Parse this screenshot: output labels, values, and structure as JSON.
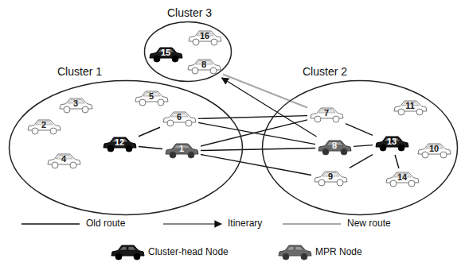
{
  "diagram": {
    "nodes": [
      {
        "text": [
          "Cluster 3"
        ]
      },
      {
        "text": [
          "16"
        ],
        "in": 0
      },
      {
        "text": [
          "15"
        ],
        "in": 0
      },
      {
        "text": [
          "8"
        ],
        "in": 0
      },
      {
        "text": [
          "Cluster 1"
        ]
      },
      {
        "text": [
          "3"
        ],
        "in": 4
      },
      {
        "text": [
          "5"
        ],
        "in": 4
      },
      {
        "text": [
          "2"
        ],
        "in": 4
      },
      {
        "text": [
          "6"
        ],
        "in": 4
      },
      {
        "text": [
          "12"
        ],
        "in": 4
      },
      {
        "text": [
          "4"
        ],
        "in": 4
      },
      {
        "text": [
          "1"
        ],
        "in": 4
      },
      {
        "text": [
          "Cluster 2"
        ]
      },
      {
        "text": [
          "7"
        ],
        "in": 12
      },
      {
        "text": [
          "11"
        ],
        "in": 12
      },
      {
        "text": [
          "8"
        ],
        "in": 12
      },
      {
        "text": [
          "13"
        ],
        "in": 12
      },
      {
        "text": [
          "10"
        ],
        "in": 12
      },
      {
        "text": [
          "9"
        ],
        "in": 12
      },
      {
        "text": [
          "14"
        ],
        "in": 12
      }
    ],
    "edges": [
      {
        "from": 9,
        "to": 8,
        "arrow": "none"
      },
      {
        "from": 9,
        "to": 11,
        "arrow": "none"
      },
      {
        "from": 8,
        "to": 13,
        "arrow": "none"
      },
      {
        "from": 8,
        "to": 15,
        "arrow": "none"
      },
      {
        "from": 11,
        "to": 13,
        "arrow": "none"
      },
      {
        "from": 11,
        "to": 15,
        "arrow": "none"
      },
      {
        "from": 11,
        "to": 18,
        "arrow": "none"
      },
      {
        "from": 15,
        "to": 16,
        "arrow": "none"
      },
      {
        "from": 13,
        "to": 16,
        "arrow": "none"
      },
      {
        "from": 18,
        "to": 16,
        "arrow": "none"
      },
      {
        "from": 19,
        "to": 16,
        "arrow": "none"
      },
      {
        "from": 15,
        "to": 3,
        "arrow": "to"
      },
      {
        "from": 13,
        "to": 3,
        "arrow": "none"
      }
    ],
    "legend": [
      {
        "text": "Old route"
      },
      {
        "text": "Itinerary"
      },
      {
        "text": "New route"
      },
      {
        "text": "Cluster-head Node"
      },
      {
        "text": "MPR Node"
      }
    ]
  }
}
